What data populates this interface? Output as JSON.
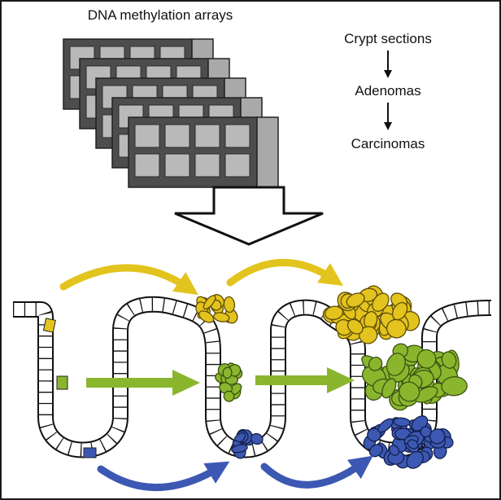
{
  "title": "DNA methylation arrays",
  "stages": [
    "Crypt sections",
    "Adenomas",
    "Carcinomas"
  ],
  "colors": {
    "yellow": "#e3c31d",
    "yellow_dark": "#8a7410",
    "green": "#8ab62e",
    "green_dark": "#4f6d14",
    "blue": "#3c58b3",
    "blue_dark": "#1b2c66",
    "array_dark": "#4d4d4d",
    "array_light": "#b9b9b9",
    "array_side": "#a9a9a9"
  },
  "icons": [
    "array-stack",
    "hollow-down-arrow",
    "crypt-outline",
    "progression-arrow"
  ]
}
